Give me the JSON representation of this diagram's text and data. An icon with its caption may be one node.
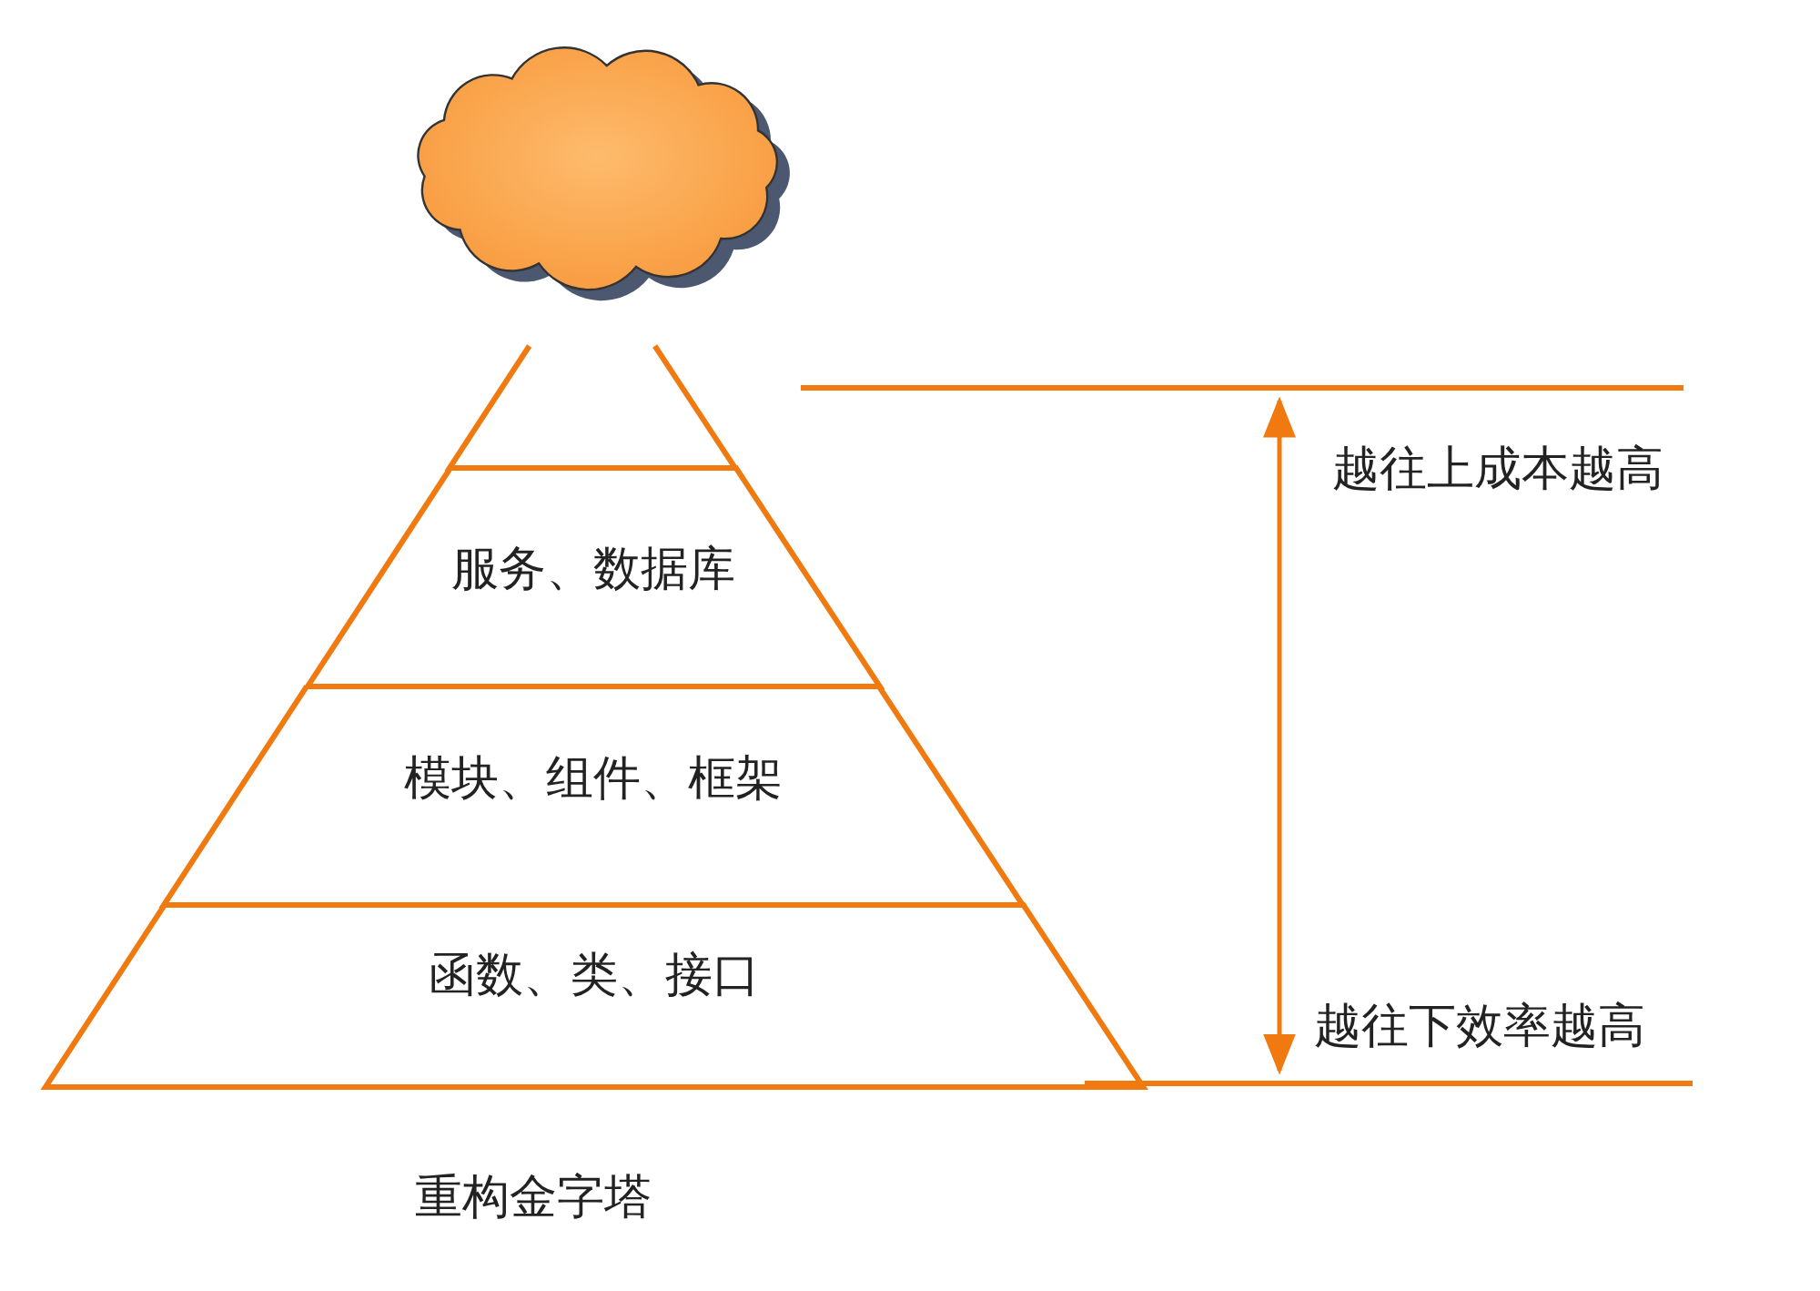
{
  "diagram": {
    "caption": "重构金字塔",
    "nodes": [
      {
        "text": [],
        "shape": "cloud"
      },
      {
        "text": [],
        "shape": "trapezoid"
      },
      {
        "text": [
          "服务、数据库"
        ]
      },
      {
        "text": [
          "模块、组件、框架"
        ]
      },
      {
        "text": [
          "函数、类、接口"
        ]
      }
    ],
    "edges": [],
    "labels": [
      "越往上成本越高",
      "越往下效率越高"
    ]
  }
}
